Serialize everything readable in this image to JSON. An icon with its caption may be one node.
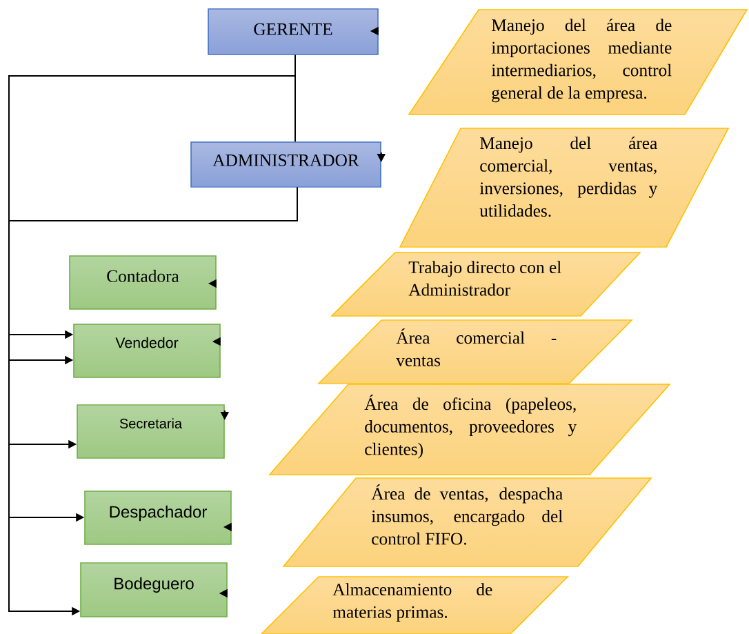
{
  "diagram": {
    "nodes": [
      {
        "text": [
          "GERENTE"
        ]
      },
      {
        "text": [
          "ADMINISTRADOR"
        ]
      },
      {
        "text": [
          "Contadora"
        ]
      },
      {
        "text": [
          "Vendedor"
        ]
      },
      {
        "text": [
          "Secretaria"
        ]
      },
      {
        "text": [
          "Despachador"
        ]
      },
      {
        "text": [
          "Bodeguero"
        ]
      },
      {
        "text": [
          "Manejo del área de importaciones mediante intermediarios, control general de la empresa."
        ]
      },
      {
        "text": [
          "Manejo del área comercial, ventas, inversiones, perdidas y utilidades."
        ]
      },
      {
        "text": [
          "Trabajo directo con el Administrador"
        ]
      },
      {
        "text": [
          "Área comercial - ventas"
        ]
      },
      {
        "text": [
          "Área de oficina (papeleos, documentos, proveedores y clientes)"
        ]
      },
      {
        "text": [
          "Área de ventas, despacha insumos, encargado del control FIFO."
        ]
      },
      {
        "text": [
          "Almacenamiento de materias primas."
        ]
      }
    ],
    "edges": [
      {
        "from": 0,
        "to": 1,
        "arrow": "none"
      },
      {
        "from": 0,
        "to": 3,
        "arrow": "to"
      },
      {
        "from": 1,
        "to": 3,
        "arrow": "to"
      },
      {
        "from": 1,
        "to": 4,
        "arrow": "to"
      },
      {
        "from": 1,
        "to": 5,
        "arrow": "to"
      },
      {
        "from": 1,
        "to": 6,
        "arrow": "to"
      },
      {
        "from": 0,
        "to": null,
        "arrow": "to"
      },
      {
        "from": 1,
        "to": null,
        "arrow": "to"
      },
      {
        "from": 2,
        "to": null,
        "arrow": "to"
      },
      {
        "from": 3,
        "to": null,
        "arrow": "to"
      },
      {
        "from": 4,
        "to": null,
        "arrow": "to"
      },
      {
        "from": 5,
        "to": null,
        "arrow": "to"
      },
      {
        "from": 6,
        "to": null,
        "arrow": "to"
      }
    ]
  }
}
